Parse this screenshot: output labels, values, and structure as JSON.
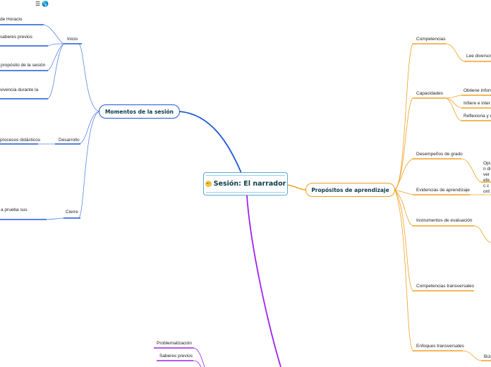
{
  "toolbar": {
    "menu_icon": "☰",
    "globe_icon": "🌎"
  },
  "root": {
    "label": "Sesión: El narrador",
    "icon": "face-icon"
  },
  "left_branch": {
    "title": "Momentos de la sesión",
    "color": "#1f58d9",
    "nodes": {
      "inicio": "Inicio",
      "desarrollo": "Desarrollo",
      "cierre": "Cierre"
    },
    "leaves": {
      "horacio": "de Horacio",
      "saberes": "saberes previos",
      "proposito": "propósito de la sesión",
      "vivencia": "vivencia durante la",
      "procesos": "procesos didácticos",
      "prueba": "a prueba sus"
    }
  },
  "right_branch": {
    "title": "Propósitos de aprendizaje",
    "color": "#f0a020",
    "nodes": {
      "competencias": "Competencias",
      "capacidades": "Capacidades",
      "desempenos": "Desempeños de grado",
      "evidencias": "Evidencias de aprendizaje",
      "instrumentos": "Instrumentos de evaluación",
      "transversales": "Competencias transversales",
      "enfoques": "Enfoques transversales"
    },
    "leaves": {
      "lee": "Lee diversos",
      "obtiene": "Obtiene inform",
      "infiere": "Infiere e inter",
      "reflexiona": "Reflexiona y e",
      "opina": "Opin diver efec cont",
      "bus": "Bús"
    }
  },
  "bottom_branch": {
    "color": "#a020f0",
    "leaves": {
      "problematizacion": "Problematización",
      "saberes": "Saberes previos"
    }
  }
}
